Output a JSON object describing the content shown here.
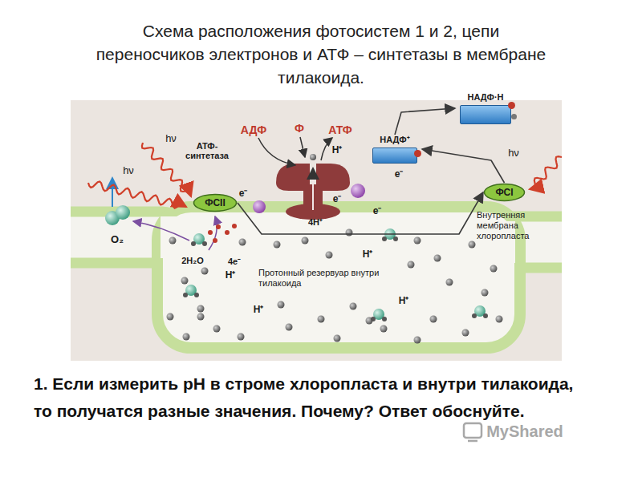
{
  "diagram": {
    "title": "Схема расположения фотосистем 1 и 2, цепи переносчиков электронов и АТФ – синтетазы в мембране тилакоида.",
    "caption": "1. Если измерить рН в строме хлоропласта и внутри тилакоида, то получатся разные значения. Почему? Ответ обоснуйте.",
    "nodes": [
      {
        "text": [
          "ФСII"
        ]
      },
      {
        "text": [
          "ФСI"
        ]
      },
      {
        "text": [
          "НАДФ⁺"
        ]
      },
      {
        "text": [
          "НАДФ·Н"
        ]
      }
    ],
    "edges": [
      {
        "from": 0,
        "to": 1,
        "arrow": "to"
      },
      {
        "from": 1,
        "to": 2,
        "arrow": "to"
      },
      {
        "from": 2,
        "to": 3,
        "arrow": "to"
      }
    ],
    "labels": [
      "hν",
      "hν",
      "hν",
      "АДФ",
      "Ф",
      "АТФ",
      "АТФ-синтетаза",
      "H⁺",
      "e⁻",
      "e⁻",
      "e⁻",
      "e⁻",
      "4H⁺",
      "4e⁻",
      "O₂",
      "2H₂O",
      "H⁺",
      "H⁺",
      "H⁺",
      "H⁺",
      "Протонный резервуар внутри тилакоида",
      "Внутренняя мембрана хлоропласта",
      "MyShared"
    ]
  }
}
